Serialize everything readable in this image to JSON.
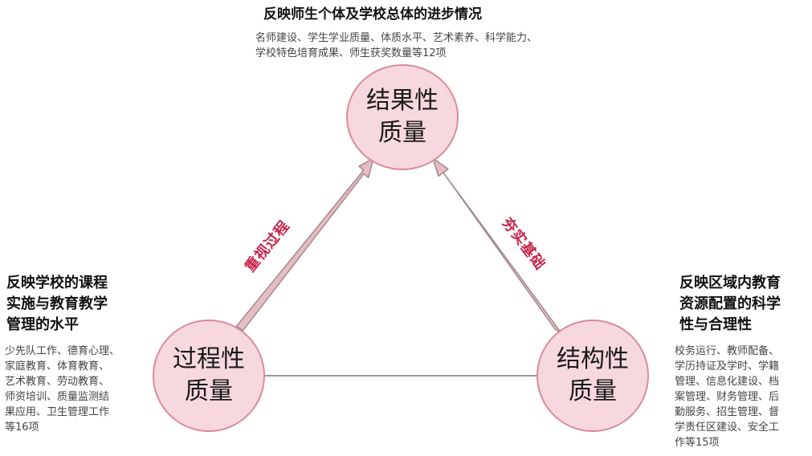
{
  "top": {
    "heading": "反映师生个体及学校总体的进步情况",
    "description": "名师建设、学生学业质量、体质水平、艺术素养、科学能力、\n学校特色培育成果、师生获奖数量等12项",
    "node": "结果性\n质量"
  },
  "left": {
    "heading": "反映学校的课程\n实施与教育教学\n管理的水平",
    "description": "少先队工作、德育心理、\n家庭教育、体育教育、\n艺术教育、劳动教育、\n师资培训、质量监测结\n果应用、卫生管理工作\n等16项",
    "node": "过程性\n质量"
  },
  "right": {
    "heading": "反映区域内教育\n资源配置的科学\n性与合理性",
    "description": "校务运行、教师配备、\n学历持证及学时、学籍\n管理、信息化建设、档\n案管理、财务管理、后\n勤服务、招生管理、督\n学责任区建设、安全工\n作等15项",
    "node": "结构性\n质量"
  },
  "edges": {
    "left_label": "重视过程",
    "right_label": "夯实基础"
  },
  "colors": {
    "node_fill": "#f7d8de",
    "node_border": "#d98c9a",
    "arrow_fill": "#e7bcc3",
    "arrow_stroke": "#a08a8e",
    "label": "#c8234a",
    "base_line": "#999999"
  }
}
